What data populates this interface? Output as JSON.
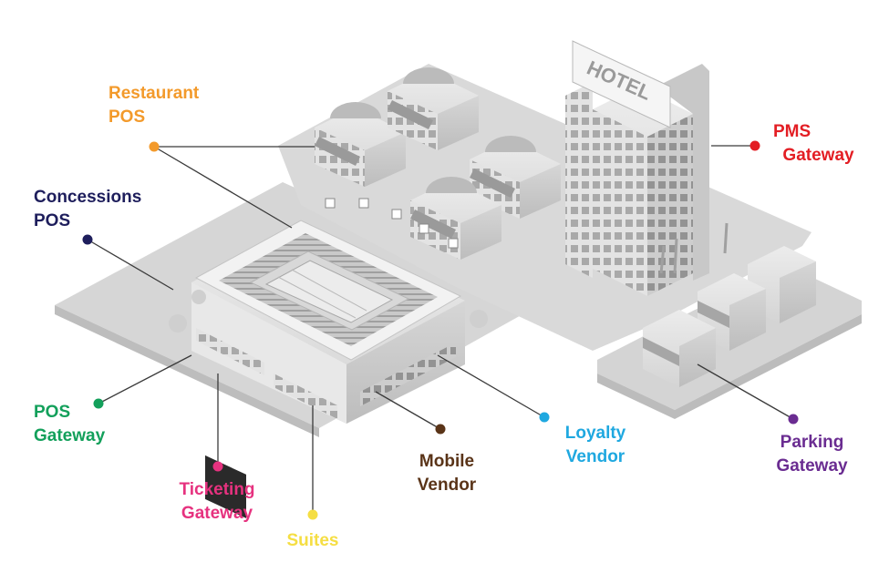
{
  "diagram": {
    "hotel_sign": "HOTEL",
    "callouts": [
      {
        "id": "restaurant-pos",
        "lines": [
          "Restaurant",
          "POS"
        ],
        "color": "#F39A2B"
      },
      {
        "id": "concessions-pos",
        "lines": [
          "Concessions",
          "POS"
        ],
        "color": "#1E1E5C"
      },
      {
        "id": "pos-gateway",
        "lines": [
          "POS",
          "Gateway"
        ],
        "color": "#13A05B"
      },
      {
        "id": "ticketing-gateway",
        "lines": [
          "Ticketing",
          "Gateway"
        ],
        "color": "#E6327F"
      },
      {
        "id": "suites",
        "lines": [
          "Suites"
        ],
        "color": "#F5DE43"
      },
      {
        "id": "mobile-vendor",
        "lines": [
          "Mobile",
          "Vendor"
        ],
        "color": "#5A3418"
      },
      {
        "id": "loyalty-vendor",
        "lines": [
          "Loyalty",
          "Vendor"
        ],
        "color": "#1FA8E0"
      },
      {
        "id": "pms-gateway",
        "lines": [
          "PMS",
          "Gateway"
        ],
        "color": "#E31E24"
      },
      {
        "id": "parking-gateway",
        "lines": [
          "Parking",
          "Gateway"
        ],
        "color": "#6A2C91"
      }
    ]
  }
}
